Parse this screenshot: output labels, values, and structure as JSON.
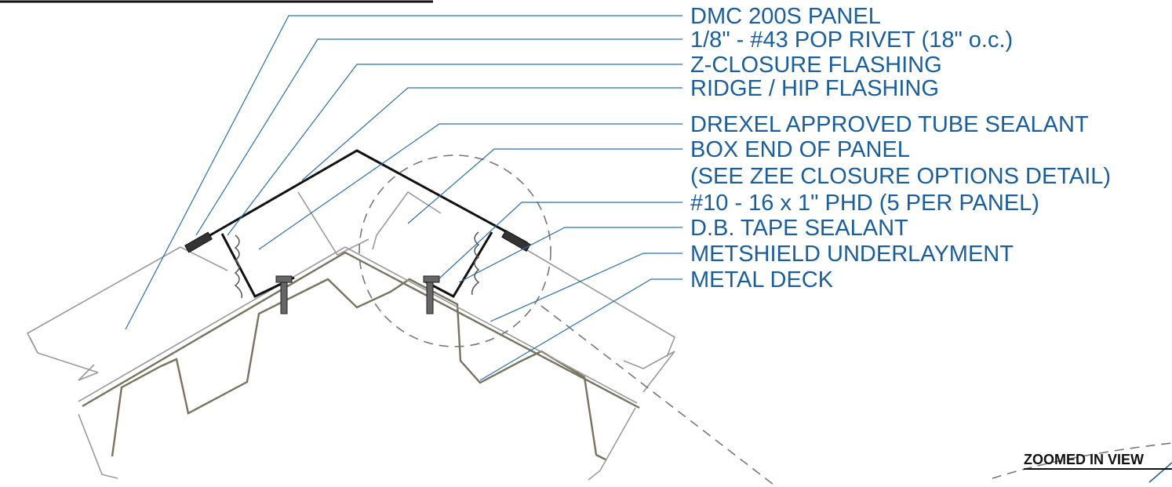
{
  "callouts": [
    "DMC 200S PANEL",
    "1/8\" - #43 POP RIVET  (18\" o.c.)",
    "Z-CLOSURE FLASHING",
    "RIDGE / HIP FLASHING",
    "DREXEL APPROVED TUBE SEALANT",
    "BOX END OF PANEL",
    "(SEE ZEE CLOSURE OPTIONS DETAIL)",
    "#10 - 16 x 1\" PHD  (5 PER PANEL)",
    "D.B. TAPE SEALANT",
    "METSHIELD UNDERLAYMENT",
    "METAL DECK"
  ],
  "view_title": "ZOOMED IN VIEW",
  "colors": {
    "callout_text": "#1b5e9c",
    "leader": "#2a6fb0",
    "flashing": "#111111",
    "deck": "#77735f",
    "panel": "#9a9a9a"
  }
}
